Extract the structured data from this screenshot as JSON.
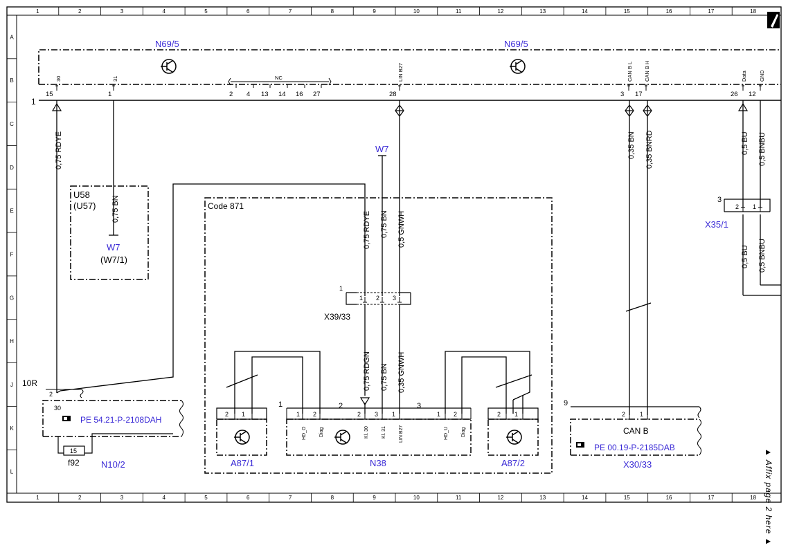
{
  "frame": {
    "columns": [
      "1",
      "2",
      "3",
      "4",
      "5",
      "6",
      "7",
      "8",
      "9",
      "10",
      "11",
      "12",
      "13",
      "14",
      "15",
      "16",
      "17",
      "18"
    ],
    "rows": [
      "A",
      "B",
      "C",
      "D",
      "E",
      "F",
      "G",
      "H",
      "J",
      "K",
      "L"
    ]
  },
  "colors": {
    "link": "#3a2ad6",
    "line": "#000000",
    "background": "#ffffff"
  },
  "components": {
    "n69_5_left": "N69/5",
    "n69_5_right": "N69/5",
    "u58": "U58",
    "u57": "(U57)",
    "w7_left": "W7",
    "w7_1": "(W7/1)",
    "w7_center": "W7",
    "code871": "Code 871",
    "x39_33": "X39/33",
    "n10_2": "N10/2",
    "f92": "f92",
    "a87_1": "A87/1",
    "n38": "N38",
    "a87_2": "A87/2",
    "x30_33": "X30/33",
    "x35_1": "X35/1",
    "can_b": "CAN B",
    "ten_r": "10R",
    "bus_one": "1"
  },
  "references": {
    "n10_2_ref": "PE 54.21-P-2108DAH",
    "x30_33_ref": "PE 00.19-P-2185DAB"
  },
  "pins": {
    "n69_top": [
      "30",
      "31",
      "NC",
      "LIN B27",
      "CAN B L",
      "CAN B H",
      "Data",
      "GND"
    ],
    "n69_numbers": [
      "15",
      "1",
      "2",
      "4",
      "13",
      "14",
      "16",
      "27",
      "28",
      "3",
      "17",
      "26",
      "12"
    ],
    "x39_33": [
      "1",
      "1",
      "2",
      "3"
    ],
    "n10_2": [
      "2",
      "30"
    ],
    "fuse": "15",
    "a87_1": [
      "2",
      "1"
    ],
    "n38": [
      "1",
      "2",
      "Kl. 30",
      "3",
      "Kl. 31",
      "1",
      "LIN B27",
      "3",
      "1",
      "2",
      "HD_O",
      "Diag",
      "HD_U",
      "Diag"
    ],
    "a87_2": [
      "2",
      "1"
    ],
    "x30_33": [
      "9",
      "2",
      "1"
    ],
    "x35_1": [
      "3",
      "2",
      "1"
    ]
  },
  "wires": {
    "w1": "0,75 RDYE",
    "w2": "0,75 BN",
    "w3": "0,35 BN",
    "w4": "0,35 BNRD",
    "w5": "0,5 BU",
    "w6": "0,5 BNBU",
    "w7": "0,75 RDYE",
    "w8": "0,75 BN",
    "w9": "0,5 GNWH",
    "w10": "0,75 RDGN",
    "w11": "0,75 BN",
    "w12": "0,35 GNWH",
    "w13": "0,5 BU",
    "w14": "0,5 BNBU"
  },
  "side_note": "▲ Affix page 2 here ▲"
}
